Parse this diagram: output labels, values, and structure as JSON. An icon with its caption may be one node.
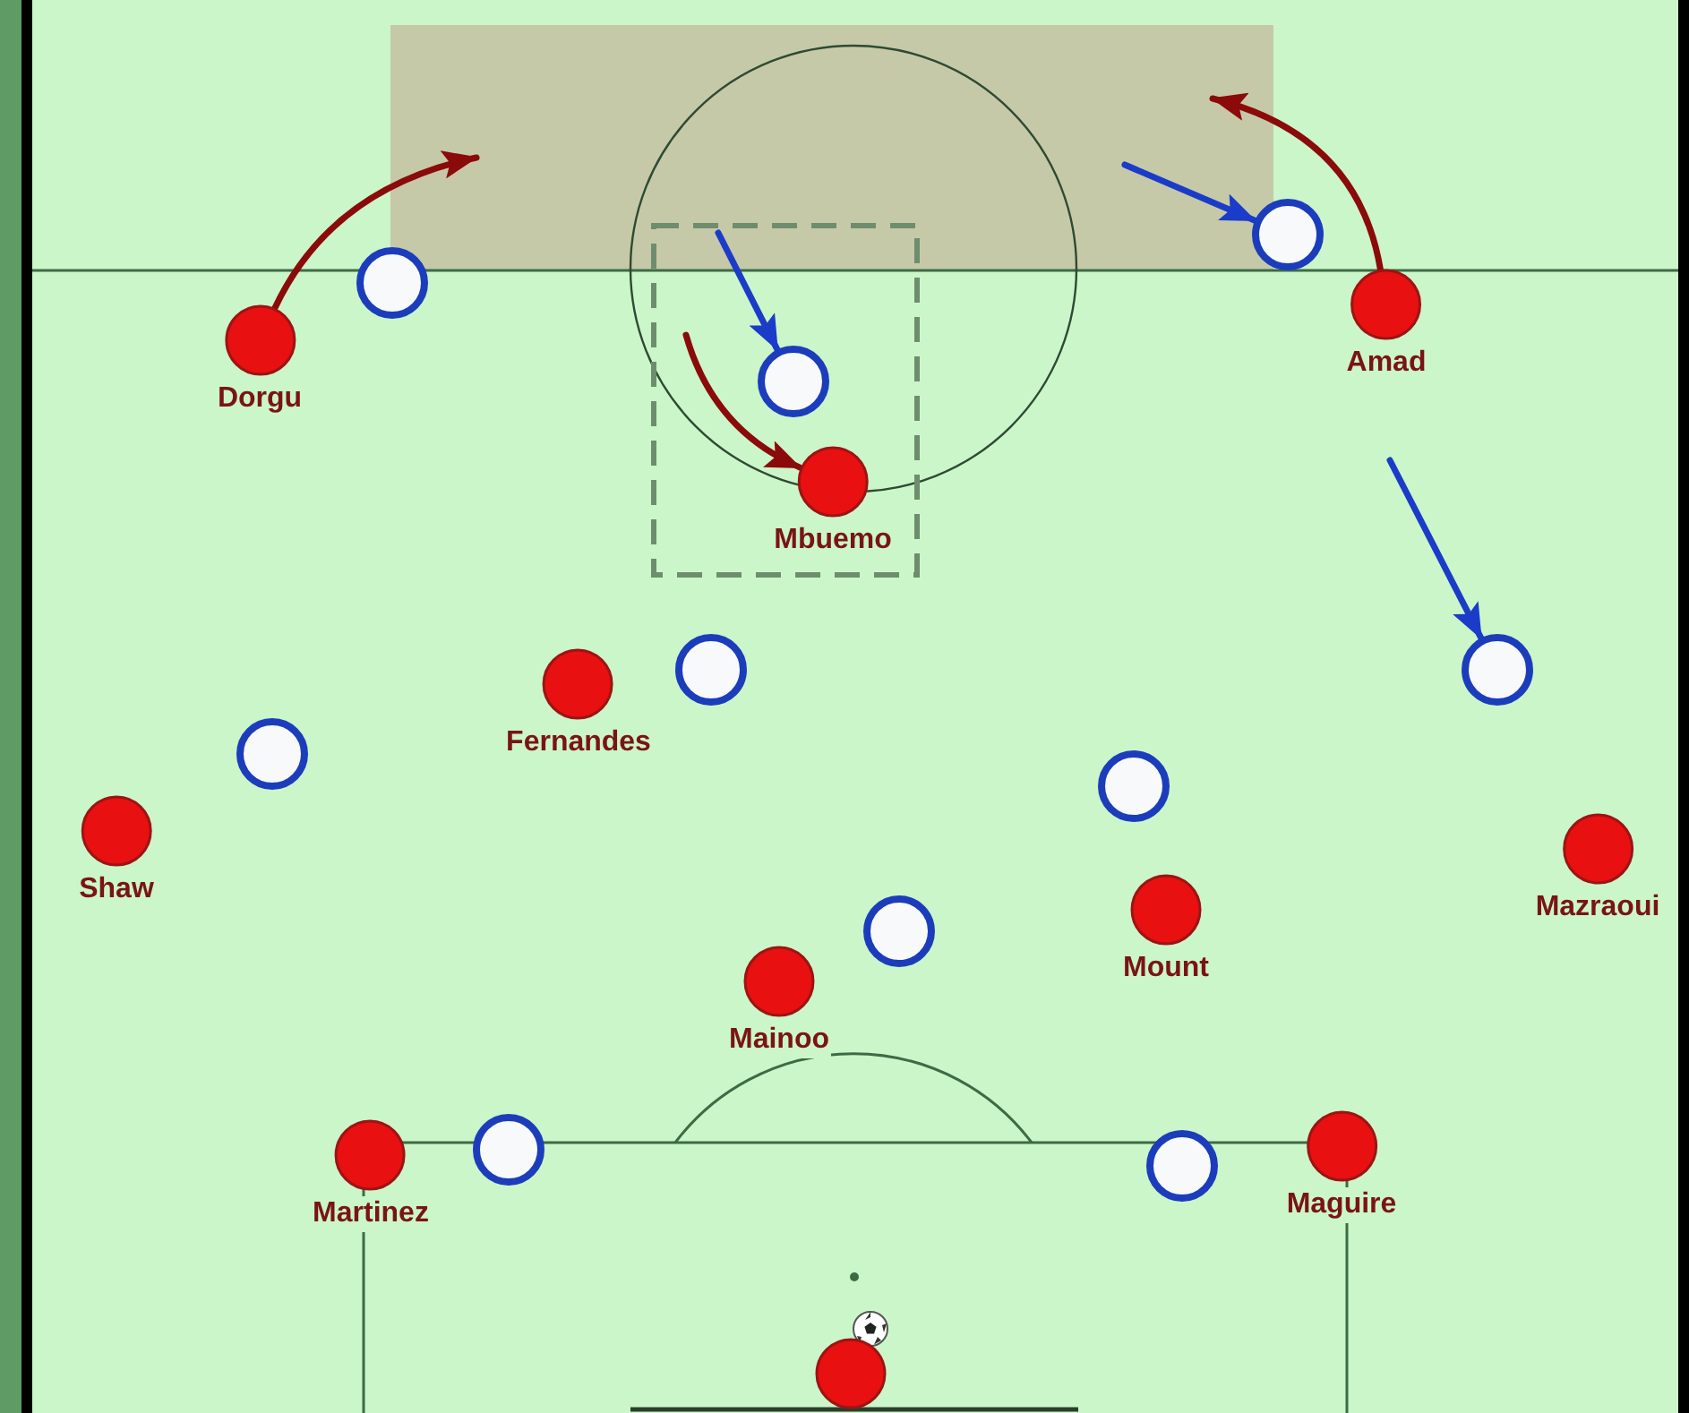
{
  "diagram": {
    "nodes": [
      {
        "text": [
          "Dorgu"
        ]
      },
      {
        "text": [],
        "shape": "circle"
      },
      {
        "text": [],
        "shape": "circle"
      },
      {
        "text": [
          "Mbuemo"
        ]
      },
      {
        "text": [],
        "shape": "circle"
      },
      {
        "text": [
          "Amad"
        ]
      },
      {
        "text": [],
        "shape": "circle"
      },
      {
        "text": [
          "Fernandes"
        ]
      },
      {
        "text": [],
        "shape": "circle"
      },
      {
        "text": [],
        "shape": "circle"
      },
      {
        "text": [
          "Shaw"
        ]
      },
      {
        "text": [],
        "shape": "circle"
      },
      {
        "text": [
          "Mount"
        ]
      },
      {
        "text": [
          "Mazraoui"
        ]
      },
      {
        "text": [],
        "shape": "circle"
      },
      {
        "text": [
          "Mainoo"
        ]
      },
      {
        "text": [
          "Martinez"
        ]
      },
      {
        "text": [],
        "shape": "circle"
      },
      {
        "text": [],
        "shape": "circle"
      },
      {
        "text": [
          "Maguire"
        ]
      },
      {
        "text": [],
        "shape": "circle"
      }
    ],
    "edges": [
      {
        "from": 0,
        "to": null,
        "arrow": "to",
        "color": "#8b0a0a"
      },
      {
        "from": null,
        "to": 2,
        "arrow": "to",
        "color": "#1a3cc8"
      },
      {
        "from": null,
        "to": 3,
        "arrow": "to",
        "color": "#8b0a0a"
      },
      {
        "from": null,
        "to": 4,
        "arrow": "to",
        "color": "#1a3cc8"
      },
      {
        "from": 5,
        "to": null,
        "arrow": "to",
        "color": "#8b0a0a"
      },
      {
        "from": null,
        "to": 6,
        "arrow": "to",
        "color": "#1a3cc8"
      }
    ]
  }
}
